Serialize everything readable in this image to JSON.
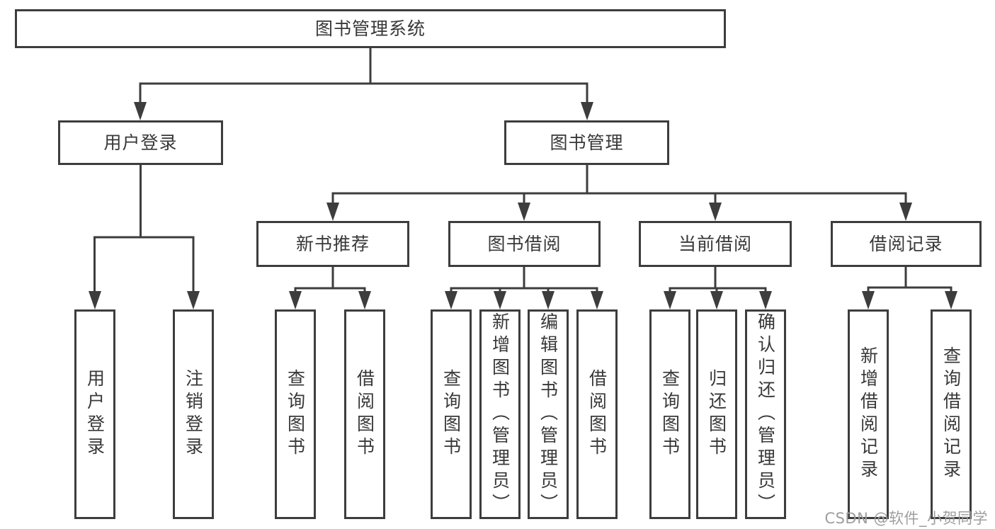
{
  "tree": {
    "root": {
      "label": "图书管理系统"
    },
    "branches": [
      {
        "label": "用户登录",
        "children": [
          {
            "label": "用户登录"
          },
          {
            "label": "注销登录"
          }
        ]
      },
      {
        "label": "图书管理",
        "children": [
          {
            "label": "新书推荐",
            "children": [
              {
                "label": "查询图书"
              },
              {
                "label": "借阅图书"
              }
            ]
          },
          {
            "label": "图书借阅",
            "children": [
              {
                "label": "查询图书"
              },
              {
                "label": "新增图书（管理员）"
              },
              {
                "label": "编辑图书（管理员）"
              },
              {
                "label": "借阅图书"
              }
            ]
          },
          {
            "label": "当前借阅",
            "children": [
              {
                "label": "查询图书"
              },
              {
                "label": "归还图书"
              },
              {
                "label": "确认归还（管理员）"
              }
            ]
          },
          {
            "label": "借阅记录",
            "children": [
              {
                "label": "新增借阅记录"
              },
              {
                "label": "查询借阅记录"
              }
            ]
          }
        ]
      }
    ]
  },
  "watermark": "CSDN @软件_小贺同学",
  "colors": {
    "line": "#3d3d3d",
    "box_border": "#3d3d3d",
    "text": "#383838",
    "watermark": "#9e9e9e",
    "background": "#ffffff"
  }
}
